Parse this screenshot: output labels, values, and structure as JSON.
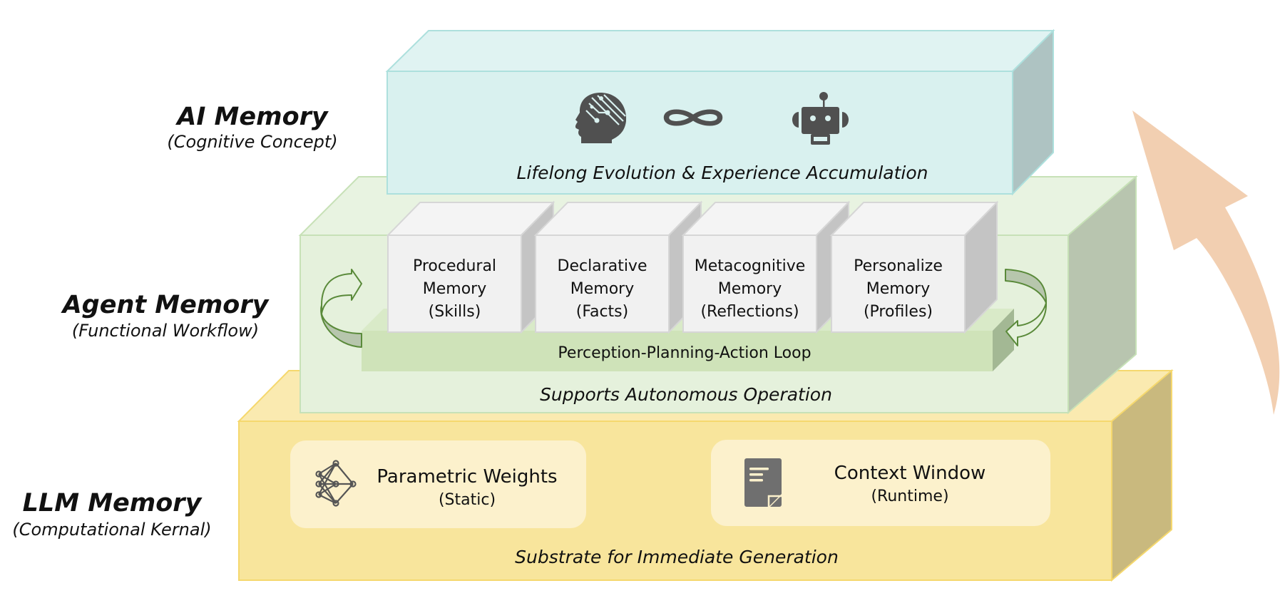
{
  "layers": {
    "ai": {
      "title": "AI Memory",
      "subtitle": "(Cognitive Concept)",
      "caption": "Lifelong Evolution & Experience Accumulation",
      "icons": [
        "brain-head-icon",
        "infinity-icon",
        "robot-icon"
      ],
      "colors": {
        "front": "#d9f1ef",
        "top": "#e0f3f2",
        "side": "#aec3c2",
        "stroke": "#ade0dd"
      }
    },
    "agent": {
      "title": "Agent Memory",
      "subtitle": "(Functional Workflow)",
      "caption": "Supports Autonomous Operation",
      "loop_label": "Perception-Planning-Action Loop",
      "modules": [
        {
          "line1": "Procedural",
          "line2": "Memory",
          "line3": "(Skills)"
        },
        {
          "line1": "Declarative",
          "line2": "Memory",
          "line3": "(Facts)"
        },
        {
          "line1": "Metacognitive",
          "line2": "Memory",
          "line3": "(Reflections)"
        },
        {
          "line1": "Personalize",
          "line2": "Memory",
          "line3": "(Profiles)"
        }
      ],
      "colors": {
        "front": "#e5f1dc",
        "top": "#e8f3e1",
        "side": "#b8c5af",
        "stroke": "#c7e1b7",
        "loop": "#cfe3b9",
        "loop_side": "#a3b894",
        "arrow": "#5a8a3a"
      }
    },
    "llm": {
      "title": "LLM Memory",
      "subtitle": "(Computational Kernal)",
      "caption": "Substrate for Immediate Generation",
      "panels": [
        {
          "icon": "neural-network-icon",
          "title": "Parametric Weights",
          "sub": "(Static)"
        },
        {
          "icon": "document-icon",
          "title": "Context Window",
          "sub": "(Runtime)"
        }
      ],
      "colors": {
        "front": "#f8e59c",
        "top": "#faeab0",
        "side": "#c9b97e",
        "stroke": "#f5d86e",
        "panel": "#fcf1cc"
      }
    }
  },
  "progress_arrow": {
    "direction": "upward",
    "color": "#f2cfb1"
  }
}
